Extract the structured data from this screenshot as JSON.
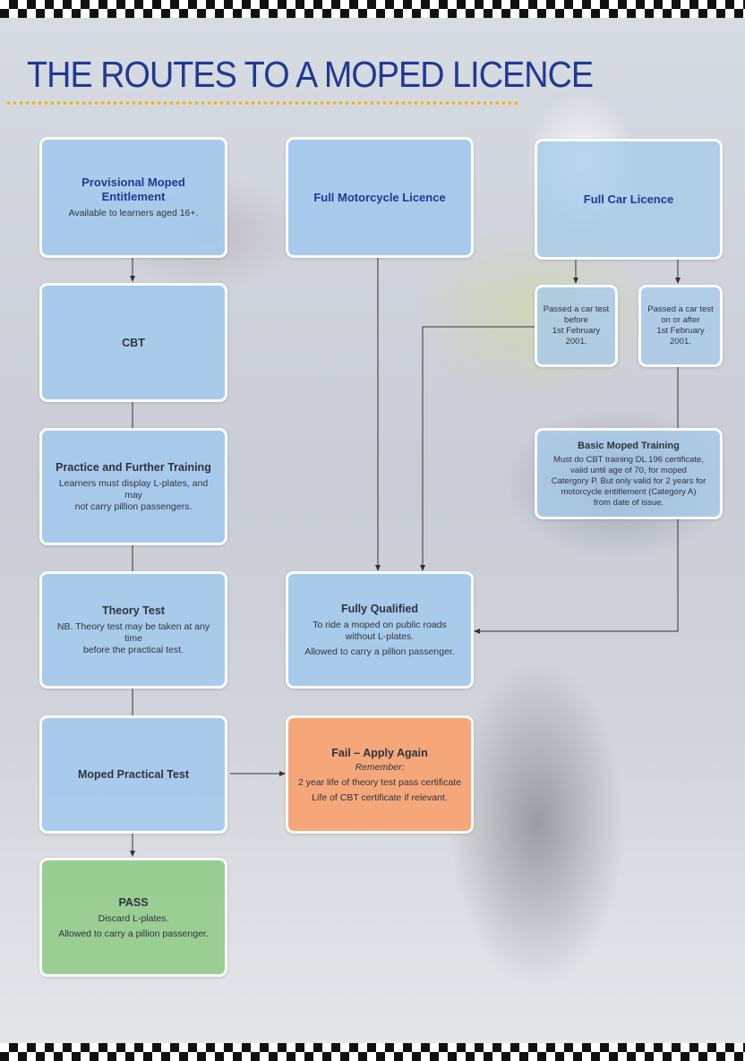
{
  "title": "THE ROUTES TO A MOPED LICENCE",
  "colors": {
    "title": "#1f3a93",
    "box_blue": "#a4caec",
    "box_orange": "#f7a474",
    "box_green": "#96cc8e",
    "dots": "#f2b705"
  },
  "boxes": {
    "provisional": {
      "title": "Provisional Moped Entitlement",
      "body": "Available to learners aged 16+."
    },
    "full_motorcycle": {
      "title": "Full Motorcycle Licence"
    },
    "full_car": {
      "title": "Full Car Licence"
    },
    "cbt": {
      "title": "CBT"
    },
    "before_2001": {
      "body": "Passed a car test\nbefore\n1st February\n2001."
    },
    "after_2001": {
      "body": "Passed a car test\non or after\n1st February\n2001."
    },
    "practice": {
      "title": "Practice and Further Training",
      "body": "Learners must display L-plates, and may\nnot carry pillion passengers."
    },
    "basic_moped": {
      "title": "Basic Moped Training",
      "body": "Must do CBT training DL 196 certificate,\nvalid until age of 70, for moped\nCatergory P. But only valid for 2 years for\nmotorcycle entitlement (Category A)\nfrom date of issue."
    },
    "theory": {
      "title": "Theory Test",
      "body": "NB. Theory test may be taken at any time\nbefore the practical test."
    },
    "fully_qualified": {
      "title": "Fully Qualified",
      "body1": "To ride a moped on public roads\nwithout L-plates.",
      "body2": "Allowed to carry a pillion passenger."
    },
    "practical": {
      "title": "Moped Practical Test"
    },
    "fail": {
      "title": "Fail – Apply Again",
      "remember": "Remember:",
      "body1": "2 year life of theory test pass certificate",
      "body2": "Life of CBT certificate if relevant."
    },
    "pass": {
      "title": "PASS",
      "body1": "Discard L-plates.",
      "body2": "Allowed to carry a pillion passenger."
    }
  }
}
